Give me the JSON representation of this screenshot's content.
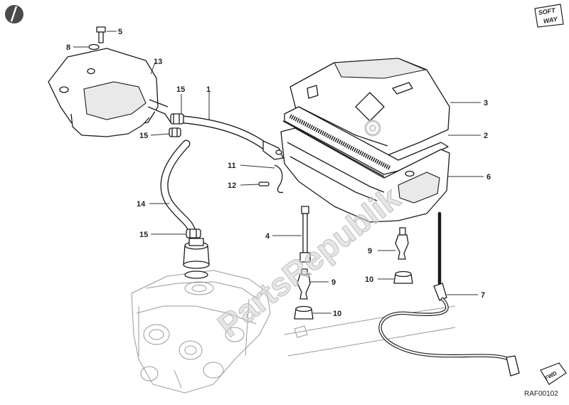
{
  "diagram": {
    "callouts": [
      "1",
      "2",
      "3",
      "4",
      "5",
      "6",
      "7",
      "8",
      "9",
      "9",
      "10",
      "10",
      "11",
      "12",
      "13",
      "14",
      "15",
      "15",
      "15"
    ],
    "watermark": "PartsRepublik",
    "drawing_code": "RAF00102",
    "logo": {
      "line1": "SOFT",
      "line2": "WAY"
    },
    "direction_tag": "FWD"
  }
}
